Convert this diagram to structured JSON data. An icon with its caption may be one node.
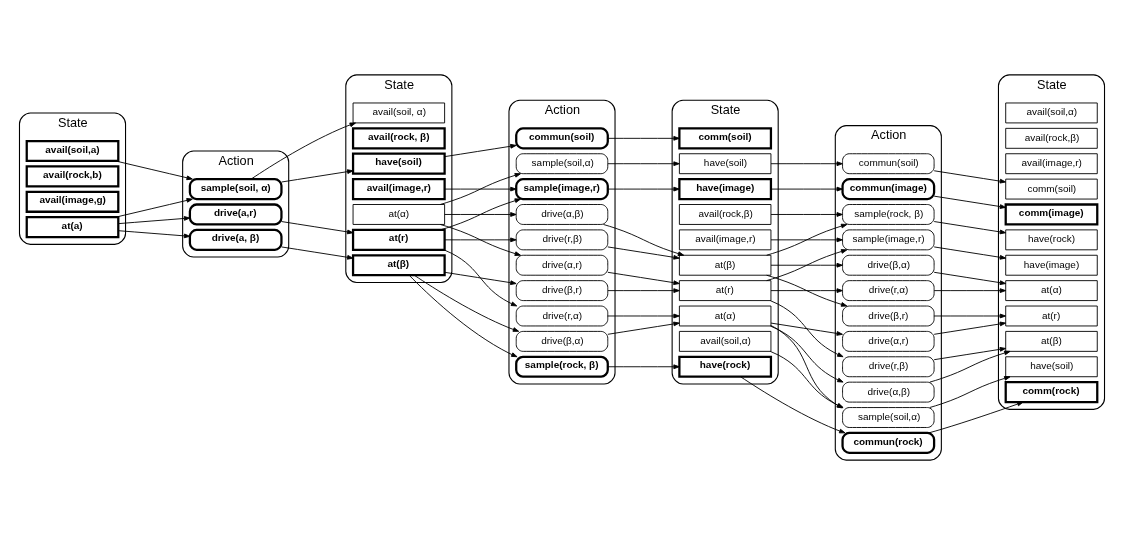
{
  "diagram": {
    "nodes": [
      {
        "text": [
          "State"
        ]
      },
      {
        "text": [
          "avail(soil,a)"
        ],
        "in": 0
      },
      {
        "text": [
          "avail(rock,b)"
        ],
        "in": 0
      },
      {
        "text": [
          "avail(image,g)"
        ],
        "in": 0
      },
      {
        "text": [
          "at(a)"
        ],
        "in": 0
      },
      {
        "text": [
          "Action"
        ]
      },
      {
        "text": [
          "sample(soil, α)"
        ],
        "in": 5
      },
      {
        "text": [
          "drive(a, β)"
        ],
        "in": 5
      },
      {
        "text": [
          "drive(a,r)"
        ],
        "in": 5
      },
      {
        "text": [
          "State"
        ]
      },
      {
        "text": [
          "avail(soil, α)"
        ],
        "in": 9
      },
      {
        "text": [
          "avail(rock, β)"
        ],
        "in": 9
      },
      {
        "text": [
          "avail(image,r)"
        ],
        "in": 9
      },
      {
        "text": [
          "at(α)"
        ],
        "in": 9
      },
      {
        "text": [
          "have(soil)"
        ],
        "in": 9
      },
      {
        "text": [
          "at(β)"
        ],
        "in": 9
      },
      {
        "text": [
          "at(r)"
        ],
        "in": 9
      },
      {
        "text": [
          "Action"
        ]
      },
      {
        "text": [
          "sample(soil,α)"
        ],
        "in": 17
      },
      {
        "text": [
          "drive(α,β)"
        ],
        "in": 17
      },
      {
        "text": [
          "drive(α,r)"
        ],
        "in": 17
      },
      {
        "text": [
          "sample(image,r)"
        ],
        "in": 17
      },
      {
        "text": [
          "sample(rock, β)"
        ],
        "in": 17
      },
      {
        "text": [
          "commun(soil)"
        ],
        "in": 17
      },
      {
        "text": [
          "drive(β,r)"
        ],
        "in": 17
      },
      {
        "text": [
          "drive(β,α)"
        ],
        "in": 17
      },
      {
        "text": [
          "drive(r,α)"
        ],
        "in": 17
      },
      {
        "text": [
          "drive(r,β)"
        ],
        "in": 17
      },
      {
        "text": [
          "State"
        ]
      },
      {
        "text": [
          "avail(soil,α)"
        ],
        "in": 28
      },
      {
        "text": [
          "avail(rock,β)"
        ],
        "in": 28
      },
      {
        "text": [
          "avail(image,r)"
        ],
        "in": 28
      },
      {
        "text": [
          "at(α)"
        ],
        "in": 28
      },
      {
        "text": [
          "have(soil)"
        ],
        "in": 28
      },
      {
        "text": [
          "have(image)"
        ],
        "in": 28
      },
      {
        "text": [
          "have(rock)"
        ],
        "in": 28
      },
      {
        "text": [
          "at(β)"
        ],
        "in": 28
      },
      {
        "text": [
          "comm(soil)"
        ],
        "in": 28
      },
      {
        "text": [
          "at(r)"
        ],
        "in": 28
      },
      {
        "text": [
          "Action"
        ]
      },
      {
        "text": [
          "sample(soil,α)"
        ],
        "in": 39
      },
      {
        "text": [
          "drive(α,β)"
        ],
        "in": 39
      },
      {
        "text": [
          "drive(α,r)"
        ],
        "in": 39
      },
      {
        "text": [
          "sample(image,r)"
        ],
        "in": 39
      },
      {
        "text": [
          "sample(rock, β)"
        ],
        "in": 39
      },
      {
        "text": [
          "commun(soil)"
        ],
        "in": 39
      },
      {
        "text": [
          "drive(β,r)"
        ],
        "in": 39
      },
      {
        "text": [
          "drive(β,α)"
        ],
        "in": 39
      },
      {
        "text": [
          "drive(r,α)"
        ],
        "in": 39
      },
      {
        "text": [
          "drive(r,β)"
        ],
        "in": 39
      },
      {
        "text": [
          "commun(image)"
        ],
        "in": 39
      },
      {
        "text": [
          "commun(rock)"
        ],
        "in": 39
      },
      {
        "text": [
          "State"
        ]
      },
      {
        "text": [
          "avail(soil,α)"
        ],
        "in": 52
      },
      {
        "text": [
          "avail(rock,β)"
        ],
        "in": 52
      },
      {
        "text": [
          "avail(image,r)"
        ],
        "in": 52
      },
      {
        "text": [
          "at(α)"
        ],
        "in": 52
      },
      {
        "text": [
          "have(soil)"
        ],
        "in": 52
      },
      {
        "text": [
          "have(image)"
        ],
        "in": 52
      },
      {
        "text": [
          "have(rock)"
        ],
        "in": 52
      },
      {
        "text": [
          "at(β)"
        ],
        "in": 52
      },
      {
        "text": [
          "comm(soil)"
        ],
        "in": 52
      },
      {
        "text": [
          "at(r)"
        ],
        "in": 52
      },
      {
        "text": [
          "comm(image)"
        ],
        "in": 52
      },
      {
        "text": [
          "comm(rock)"
        ],
        "in": 52
      }
    ],
    "edges": [
      {
        "from": 1,
        "to": 6,
        "arrow": "to"
      },
      {
        "from": 4,
        "to": 6,
        "arrow": "to"
      },
      {
        "from": 4,
        "to": 7,
        "arrow": "to"
      },
      {
        "from": 4,
        "to": 8,
        "arrow": "to"
      },
      {
        "from": 6,
        "to": 10,
        "arrow": "to"
      },
      {
        "from": 6,
        "to": 14,
        "arrow": "to"
      },
      {
        "from": 7,
        "to": 15,
        "arrow": "to"
      },
      {
        "from": 8,
        "to": 16,
        "arrow": "to"
      },
      {
        "from": 13,
        "to": 18,
        "arrow": "to"
      },
      {
        "from": 13,
        "to": 19,
        "arrow": "to"
      },
      {
        "from": 13,
        "to": 20,
        "arrow": "to"
      },
      {
        "from": 12,
        "to": 21,
        "arrow": "to"
      },
      {
        "from": 16,
        "to": 21,
        "arrow": "to"
      },
      {
        "from": 15,
        "to": 22,
        "arrow": "to"
      },
      {
        "from": 14,
        "to": 23,
        "arrow": "to"
      },
      {
        "from": 15,
        "to": 24,
        "arrow": "to"
      },
      {
        "from": 15,
        "to": 25,
        "arrow": "to"
      },
      {
        "from": 16,
        "to": 26,
        "arrow": "to"
      },
      {
        "from": 16,
        "to": 27,
        "arrow": "to"
      },
      {
        "from": 18,
        "to": 33,
        "arrow": "to"
      },
      {
        "from": 19,
        "to": 36,
        "arrow": "to"
      },
      {
        "from": 20,
        "to": 38,
        "arrow": "to"
      },
      {
        "from": 21,
        "to": 34,
        "arrow": "to"
      },
      {
        "from": 22,
        "to": 35,
        "arrow": "to"
      },
      {
        "from": 23,
        "to": 37,
        "arrow": "to"
      },
      {
        "from": 24,
        "to": 38,
        "arrow": "to"
      },
      {
        "from": 25,
        "to": 32,
        "arrow": "to"
      },
      {
        "from": 26,
        "to": 32,
        "arrow": "to"
      },
      {
        "from": 27,
        "to": 36,
        "arrow": "to"
      },
      {
        "from": 29,
        "to": 40,
        "arrow": "to"
      },
      {
        "from": 32,
        "to": 40,
        "arrow": "to"
      },
      {
        "from": 32,
        "to": 41,
        "arrow": "to"
      },
      {
        "from": 32,
        "to": 42,
        "arrow": "to"
      },
      {
        "from": 31,
        "to": 43,
        "arrow": "to"
      },
      {
        "from": 38,
        "to": 43,
        "arrow": "to"
      },
      {
        "from": 30,
        "to": 44,
        "arrow": "to"
      },
      {
        "from": 36,
        "to": 44,
        "arrow": "to"
      },
      {
        "from": 33,
        "to": 45,
        "arrow": "to"
      },
      {
        "from": 36,
        "to": 46,
        "arrow": "to"
      },
      {
        "from": 36,
        "to": 47,
        "arrow": "to"
      },
      {
        "from": 38,
        "to": 48,
        "arrow": "to"
      },
      {
        "from": 38,
        "to": 49,
        "arrow": "to"
      },
      {
        "from": 34,
        "to": 50,
        "arrow": "to"
      },
      {
        "from": 35,
        "to": 51,
        "arrow": "to"
      },
      {
        "from": 40,
        "to": 57,
        "arrow": "to"
      },
      {
        "from": 41,
        "to": 60,
        "arrow": "to"
      },
      {
        "from": 42,
        "to": 62,
        "arrow": "to"
      },
      {
        "from": 43,
        "to": 58,
        "arrow": "to"
      },
      {
        "from": 44,
        "to": 59,
        "arrow": "to"
      },
      {
        "from": 45,
        "to": 61,
        "arrow": "to"
      },
      {
        "from": 46,
        "to": 62,
        "arrow": "to"
      },
      {
        "from": 47,
        "to": 56,
        "arrow": "to"
      },
      {
        "from": 48,
        "to": 56,
        "arrow": "to"
      },
      {
        "from": 49,
        "to": 60,
        "arrow": "to"
      },
      {
        "from": 50,
        "to": 63,
        "arrow": "to"
      },
      {
        "from": 51,
        "to": 64,
        "arrow": "to"
      }
    ]
  }
}
